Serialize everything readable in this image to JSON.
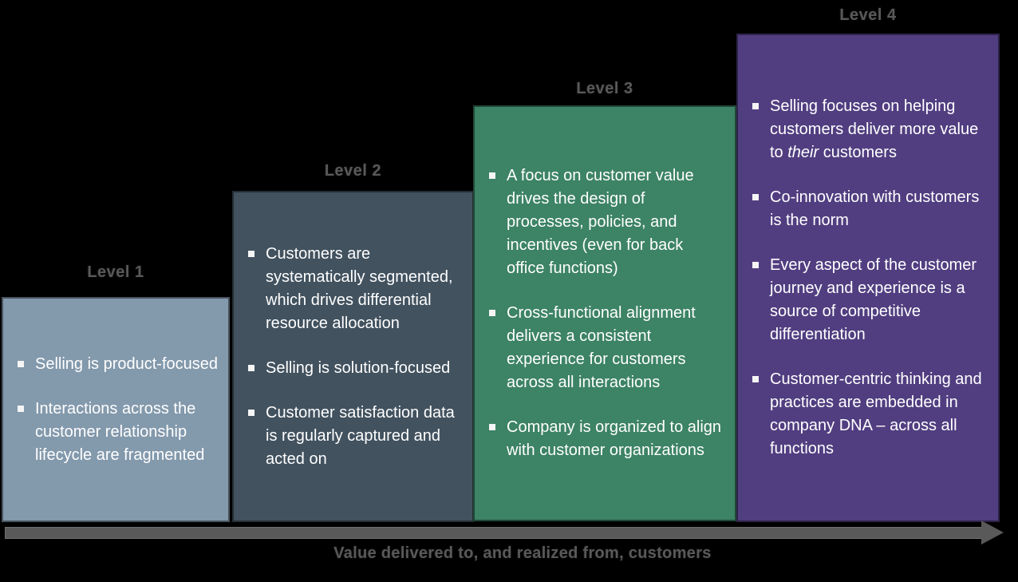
{
  "background_color": "#000000",
  "text_color": "#ffffff",
  "label_color": "#595959",
  "levels": [
    {
      "label": "Level 1",
      "color": "#8399AC",
      "bullets": [
        [
          {
            "t": "Selling is product-focused"
          }
        ],
        [
          {
            "t": "Interactions across the customer relationship lifecycle are fragmented"
          }
        ]
      ]
    },
    {
      "label": "Level 2",
      "color": "#42525F",
      "bullets": [
        [
          {
            "t": "Customers are systematically segmented, which drives differential resource allocation"
          }
        ],
        [
          {
            "t": "Selling is solution-focused"
          }
        ],
        [
          {
            "t": "Customer satisfaction data is regularly captured and acted on"
          }
        ]
      ]
    },
    {
      "label": "Level 3",
      "color": "#3D8366",
      "bullets": [
        [
          {
            "t": "A focus on customer value drives the design of processes, policies, and incentives (even for back office functions)"
          }
        ],
        [
          {
            "t": "Cross-functional alignment delivers a consistent experience for customers across all interactions"
          }
        ],
        [
          {
            "t": "Company is organized to align with customer organizations"
          }
        ]
      ]
    },
    {
      "label": "Level 4",
      "color": "#513E80",
      "bullets": [
        [
          {
            "t": "Selling focuses on helping customers deliver more value to "
          },
          {
            "t": "their",
            "italic": true
          },
          {
            "t": " customers"
          }
        ],
        [
          {
            "t": "Co-innovation with customers is the norm"
          }
        ],
        [
          {
            "t": "Every aspect of the customer journey and experience is a source of competitive differentiation"
          }
        ],
        [
          {
            "t": "Customer-centric thinking and practices are embedded in company DNA – across all functions"
          }
        ]
      ]
    }
  ],
  "arrow": {
    "caption": "Value delivered to, and realized from, customers",
    "color": "#595959"
  }
}
